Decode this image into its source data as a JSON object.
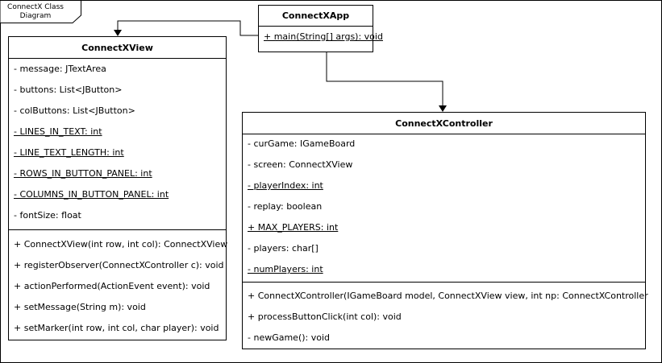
{
  "diagram": {
    "frame_title": "ConnectX Class Diagram"
  },
  "classes": {
    "app": {
      "name": "ConnectXApp",
      "methods": [
        {
          "text": "+ main(String[] args): void",
          "static": true
        }
      ]
    },
    "view": {
      "name": "ConnectXView",
      "attributes": [
        {
          "text": "- message: JTextArea",
          "static": false
        },
        {
          "text": "- buttons: List<JButton>",
          "static": false
        },
        {
          "text": "- colButtons: List<JButton>",
          "static": false
        },
        {
          "text": "- LINES_IN_TEXT: int",
          "static": true
        },
        {
          "text": "- LINE_TEXT_LENGTH: int",
          "static": true
        },
        {
          "text": "- ROWS_IN_BUTTON_PANEL: int",
          "static": true
        },
        {
          "text": "- COLUMNS_IN_BUTTON_PANEL: int",
          "static": true
        },
        {
          "text": "- fontSize: float",
          "static": false
        }
      ],
      "methods": [
        {
          "text": "+ ConnectXView(int row, int col): ConnectXView",
          "static": false
        },
        {
          "text": "+ registerObserver(ConnectXController c): void",
          "static": false
        },
        {
          "text": "+ actionPerformed(ActionEvent event): void",
          "static": false
        },
        {
          "text": "+ setMessage(String m): void",
          "static": false
        },
        {
          "text": "+ setMarker(int row, int col, char player): void",
          "static": false
        }
      ]
    },
    "controller": {
      "name": "ConnectXController",
      "attributes": [
        {
          "text": "- curGame: IGameBoard",
          "static": false
        },
        {
          "text": "- screen: ConnectXView",
          "static": false
        },
        {
          "text": "- playerIndex: int",
          "static": true
        },
        {
          "text": "- replay: boolean",
          "static": false
        },
        {
          "text": "+ MAX_PLAYERS: int",
          "static": true
        },
        {
          "text": "- players: char[]",
          "static": false
        },
        {
          "text": "- numPlayers: int",
          "static": true
        }
      ],
      "methods": [
        {
          "text": "+ ConnectXController(IGameBoard model, ConnectXView view, int np: ConnectXController",
          "static": false
        },
        {
          "text": "+ processButtonClick(int col): void",
          "static": false
        },
        {
          "text": "- newGame(): void",
          "static": false
        }
      ]
    }
  },
  "colors": {
    "line": "#000000",
    "background": "#ffffff"
  }
}
